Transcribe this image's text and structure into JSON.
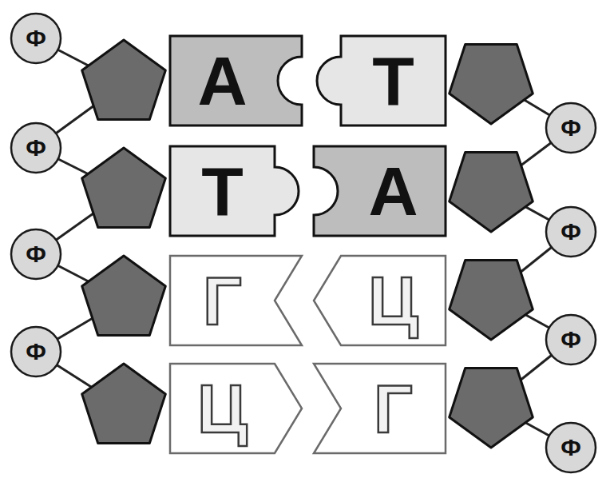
{
  "diagram": {
    "nodes": [
      {
        "text": [
          "Ф"
        ]
      },
      {
        "text": [
          "А"
        ]
      },
      {
        "text": [
          "Т"
        ]
      },
      {
        "text": [
          "Ф"
        ]
      },
      {
        "text": [
          "Ф"
        ]
      },
      {
        "text": [
          "Т"
        ]
      },
      {
        "text": [
          "А"
        ]
      },
      {
        "text": [
          "Ф"
        ]
      },
      {
        "text": [
          "Ф"
        ]
      },
      {
        "text": [
          "Г"
        ]
      },
      {
        "text": [
          "Ц"
        ]
      },
      {
        "text": [
          "Ф"
        ]
      },
      {
        "text": [
          "Ф"
        ]
      },
      {
        "text": [
          "Ц"
        ]
      },
      {
        "text": [
          "Г"
        ]
      },
      {
        "text": [
          "Ф"
        ]
      }
    ]
  }
}
